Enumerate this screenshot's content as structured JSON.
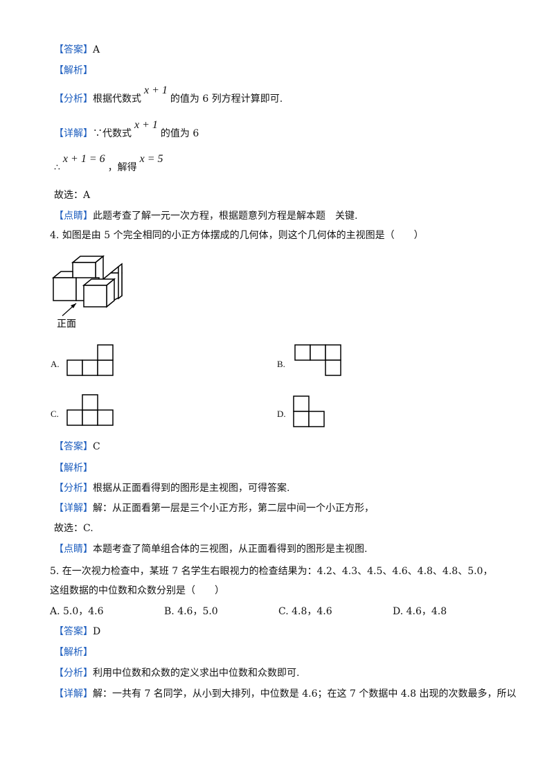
{
  "q3": {
    "answer_tag": "【答案】",
    "answer_value": "A",
    "analysis_tag": "【解析】",
    "fenxi_tag": "【分析】",
    "fenxi_pre": "根据代数式",
    "expr": "x + 1",
    "fenxi_post": "的值为 6 列方程计算即可.",
    "xiangjie_tag": "【详解】",
    "because": "∵代数式",
    "xiangjie_post": "的值为 6",
    "therefore": "∴",
    "eq1": "x + 1 = 6",
    "solve_word": "，解得",
    "eq2": "x = 5",
    "choose": "故选：A",
    "dianjing_tag": "【点睛】",
    "dianjing": "此题考查了解一元一次方程，根据题意列方程是解本题　关键."
  },
  "q4": {
    "question": "4. 如图是由 5 个完全相同的小正方体摆成的几何体，则这个几何体的主视图是（　　）",
    "front_label": "正面",
    "options": [
      "A.",
      "B.",
      "C.",
      "D."
    ],
    "answer_tag": "【答案】",
    "answer_value": "C",
    "analysis_tag": "【解析】",
    "fenxi_tag": "【分析】",
    "fenxi": "根据从正面看得到的图形是主视图，可得答案.",
    "xiangjie_tag": "【详解】",
    "xiangjie": "解：从正面看第一层是三个小正方形，第二层中间一个小正方形，",
    "choose": "故选：C.",
    "dianjing_tag": "【点睛】",
    "dianjing": "本题考查了简单组合体的三视图，从正面看得到的图形是主视图."
  },
  "q5": {
    "question": "5. 在一次视力检查中，某班 7 名学生右眼视力的检查结果为：4.2、4.3、4.5、4.6、4.8、4.8、5.0，这组数据的中位数和众数分别是（　　）",
    "choices": [
      "A.  5.0，4.6",
      "B.  4.6，5.0",
      "C.  4.8，4.6",
      "D.  4.6，4.8"
    ],
    "answer_tag": "【答案】",
    "answer_value": "D",
    "analysis_tag": "【解析】",
    "fenxi_tag": "【分析】",
    "fenxi": "利用中位数和众数的定义求出中位数和众数即可.",
    "xiangjie_tag": "【详解】",
    "xiangjie": "解：一共有 7 名同学，从小到大排列，中位数是 4.6；在这 7 个数据中 4.8 出现的次数最多，所以"
  }
}
